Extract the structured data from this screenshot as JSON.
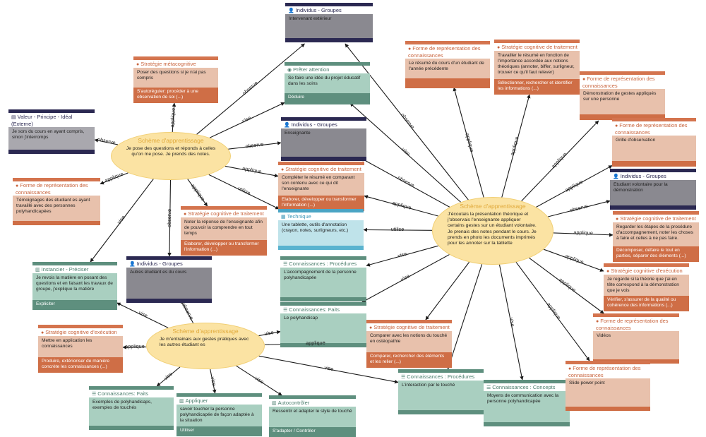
{
  "schemes": {
    "s1": {
      "title": "Schème d'apprentissage",
      "text": "Je pose des questions et réponds à celles qu'on me pose. Je prends des notes."
    },
    "s2": {
      "title": "Schème d'apprentissage",
      "text": "J'écoutais la présentation théorique et j'observais l'enseignante appliquer certains gestes sur un étudiant volontaire. Je prenais des notes pendant le cours. Je prends en photo les documents imprimés pour les annoter sur la tablette"
    },
    "s3": {
      "title": "Schème d'apprentissage",
      "text": "Je m'entrainais aux gestes pratiques avec les autres étudiant es"
    }
  },
  "cards": {
    "ind_ext": {
      "header": "Individus - Groupes",
      "body": "Intervenant extérieur"
    },
    "strat_meta": {
      "header": "Stratégie métacognitive",
      "body": "Poser des questions si je n'ai pas compris",
      "foot": "S'autoréguler: procéder à une observation de soi (...)"
    },
    "valeur": {
      "header": "Valeur - Principe - Idéal (Externe)",
      "body": "Je sors du cours en ayant compris, sinon j'interromps"
    },
    "preter": {
      "header": "Prêter attention",
      "body": "Se faire une idée du projet éducatif dans les soins",
      "foot": "Déduire"
    },
    "ind_ens": {
      "header": "Individus - Groupes",
      "body": "Enseignante"
    },
    "frc_temo": {
      "header": "Forme de représentation des connaissances",
      "body": "Témoignages des étudiant es ayant travaillé avec des personnes polyhandicapées"
    },
    "sct_comp": {
      "header": "Stratégie cognitive de traitement",
      "body": "Compléter le résumé en comparant son contenu avec ce qui dit l'enseignante",
      "foot": "Elaborer, développer ou transformer l'information (...)"
    },
    "sct_note": {
      "header": "Stratégie cognitive de traitement",
      "body": "Noter la réponse de l'enseignante afin de pouvoir la comprendre en tout temps",
      "foot": "Elaborer, développer ou transformer l'information (...)"
    },
    "technique": {
      "header": "Technique",
      "body": "Une tablette, outils d'annotation (crayon, notes, surligneurs, etc.)"
    },
    "instancier": {
      "header": "Instancier - Préciser",
      "body": "Je revois la matière en posant des questions et en faisant les travaux de groupe, j'explique la matière",
      "foot": "Expliciter"
    },
    "ind_autres": {
      "header": "Individus - Groupes",
      "body": "Autres étudiant es du cours"
    },
    "cp_accomp": {
      "header": "Connaissances : Procédures",
      "body": "L'accompagnement de la personne polyhandicapée"
    },
    "cf_poly": {
      "header": "Connaissances: Faits",
      "body": "Le polyhandicap"
    },
    "sce_mettre": {
      "header": "Stratégie cognitive d'exécution",
      "body": "Mettre en application les connaissances",
      "foot": "Produire, extérioriser de manière concrète les connaissances (...)"
    },
    "sct_osteo": {
      "header": "Stratégie cognitive de traitement",
      "body": "Comparer avec les notions du touché en ostéopathie",
      "foot": "Comparer, rechercher des éléments et les relier (...)"
    },
    "cf_exemples": {
      "header": "Connaissances: Faits",
      "body": "Exemples de polyhandicaps, exemples de touchés"
    },
    "appliquer": {
      "header": "Appliquer",
      "body": "savoir toucher la personne polyhandicapée de façon adaptée à la situation",
      "foot": "Utiliser"
    },
    "autocontr": {
      "header": "Autocontrôler",
      "body": "Ressentir et adapter le style de touché",
      "foot": "S'adapter / Contrôler"
    },
    "cp_interac": {
      "header": "Connaissances : Procédures",
      "body": "L'interaction par le touché"
    },
    "cc_moyens": {
      "header": "Connaissances : Concepts",
      "body": "Moyens de communication avec la personne polyhandicapée"
    },
    "frc_resume": {
      "header": "Forme de représentation des connaissances",
      "body": "Le résumé du cours d'un étudiant de l'année précédente"
    },
    "sct_travail": {
      "header": "Stratégie cognitive de traitement",
      "body": "Travailler le résumé en fonction de l'importance accordée aux notions théoriques (annoter, biffer, surligneur, trouver ce qu'il faut relever)",
      "foot": "Sélectionner, rechercher et identifier les informations (...)"
    },
    "frc_demo": {
      "header": "Forme de représentation des connaissances",
      "body": "Démonstration de gestes appliqués sur une personne"
    },
    "frc_grille": {
      "header": "Forme de représentation des connaissances",
      "body": "Grille d'observation"
    },
    "ind_volont": {
      "header": "Individus - Groupes",
      "body": "Etudiant volontaire pour la démonstration"
    },
    "sct_regard": {
      "header": "Stratégie cognitive de traitement",
      "body": "Regarder les étapes de la procédure d'accompagnement, noter les choses à faire et celles à ne pas faire.",
      "foot": "Décomposer, défaire le tout en parties, séparer des éléments (...)"
    },
    "sce_theorie": {
      "header": "Stratégie cognitive d'exécution",
      "body": "Je regarde si la théorie que j'ai en tête correspond à la démonstration que je vois",
      "foot": "Vérifier, s'assurer de la qualité ou cohérence des informations (...)"
    },
    "frc_videos": {
      "header": "Forme de représentation des connaissances",
      "body": "Vidéos"
    },
    "frc_slide": {
      "header": "Forme de représentation des connaissances",
      "body": "Slide power point"
    }
  },
  "edges": [
    {
      "from": "s1",
      "to": "ind_ext",
      "label": "observe"
    },
    {
      "from": "s1",
      "to": "strat_meta",
      "label": "applique"
    },
    {
      "from": "s1",
      "to": "valeur",
      "label": "observe"
    },
    {
      "from": "s1",
      "to": "preter",
      "label": "vise"
    },
    {
      "from": "s1",
      "to": "ind_ens",
      "label": "observe"
    },
    {
      "from": "s1",
      "to": "frc_temo",
      "label": "applique"
    },
    {
      "from": "s1",
      "to": "sct_comp",
      "label": "applique"
    },
    {
      "from": "s1",
      "to": "sct_note",
      "label": "applique"
    },
    {
      "from": "s1",
      "to": "technique",
      "label": "utilise"
    },
    {
      "from": "s1",
      "to": "instancier",
      "label": "vise"
    },
    {
      "from": "s1",
      "to": "ind_autres",
      "label": "observe"
    },
    {
      "from": "s2",
      "to": "ind_ext",
      "label": "observe"
    },
    {
      "from": "s2",
      "to": "preter",
      "label": "vise"
    },
    {
      "from": "s2",
      "to": "ind_ens",
      "label": "observe"
    },
    {
      "from": "s2",
      "to": "sct_comp",
      "label": "applique"
    },
    {
      "from": "s2",
      "to": "technique",
      "label": "utilise"
    },
    {
      "from": "s2",
      "to": "cp_accomp",
      "label": "vise"
    },
    {
      "from": "s2",
      "to": "cf_poly",
      "label": "vise"
    },
    {
      "from": "s2",
      "to": "sct_osteo",
      "label": ""
    },
    {
      "from": "s2",
      "to": "cp_interac",
      "label": ""
    },
    {
      "from": "s2",
      "to": "cc_moyens",
      "label": "vise"
    },
    {
      "from": "s2",
      "to": "frc_resume",
      "label": "applique"
    },
    {
      "from": "s2",
      "to": "sct_travail",
      "label": "applique"
    },
    {
      "from": "s2",
      "to": "frc_demo",
      "label": "applique"
    },
    {
      "from": "s2",
      "to": "frc_grille",
      "label": "applique"
    },
    {
      "from": "s2",
      "to": "ind_volont",
      "label": "observe"
    },
    {
      "from": "s2",
      "to": "sct_regard",
      "label": "applique"
    },
    {
      "from": "s2",
      "to": "sce_theorie",
      "label": "applique"
    },
    {
      "from": "s2",
      "to": "frc_videos",
      "label": "applique"
    },
    {
      "from": "s2",
      "to": "frc_slide",
      "label": "applique"
    },
    {
      "from": "s3",
      "to": "instancier",
      "label": "vise"
    },
    {
      "from": "s3",
      "to": "ind_autres",
      "label": "observe"
    },
    {
      "from": "s3",
      "to": "cf_poly",
      "label": "vise"
    },
    {
      "from": "s3",
      "to": "sce_mettre",
      "label": "applique"
    },
    {
      "from": "s3",
      "to": "sct_osteo",
      "label": "applique"
    },
    {
      "from": "s3",
      "to": "cf_exemples",
      "label": "vise"
    },
    {
      "from": "s3",
      "to": "appliquer",
      "label": "vise"
    },
    {
      "from": "s3",
      "to": "autocontr",
      "label": "vise"
    },
    {
      "from": "s3",
      "to": "cp_interac",
      "label": "vise"
    }
  ],
  "colors": {
    "orange": "#cf6e46",
    "green": "#5e8f7e",
    "navy": "#2b2952",
    "teal": "#4aa4c4",
    "scheme": "#fbe3a3"
  }
}
